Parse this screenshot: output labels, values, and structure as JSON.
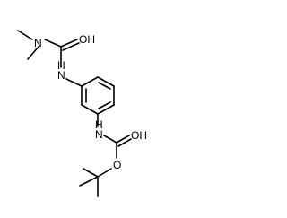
{
  "molecule": {
    "atoms": {
      "n_dimethyl": "N",
      "o_urea": "OH",
      "n_urea": "N",
      "h_urea": "H",
      "n_carbamate": "N",
      "h_carbamate": "H",
      "o_carbamate_carbonyl": "OH",
      "o_carbamate_ester": "O"
    }
  }
}
